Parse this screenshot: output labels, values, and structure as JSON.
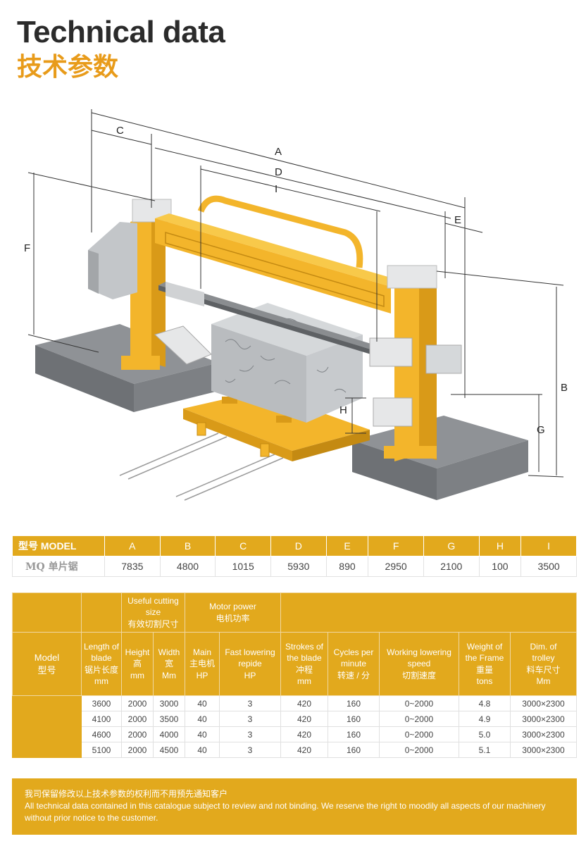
{
  "title": {
    "en": "Technical data",
    "zh": "技术参数"
  },
  "diagram": {
    "labels": [
      "A",
      "B",
      "C",
      "D",
      "E",
      "F",
      "G",
      "H",
      "I"
    ]
  },
  "dimensions_table": {
    "header": {
      "model": "型号  MODEL",
      "columns": [
        "A",
        "B",
        "C",
        "D",
        "E",
        "F",
        "G",
        "H",
        "I"
      ]
    },
    "row": {
      "model": "MQ 单片锯",
      "values": [
        "7835",
        "4800",
        "1015",
        "5930",
        "890",
        "2950",
        "2100",
        "100",
        "3500"
      ]
    }
  },
  "spec_table": {
    "group_headers": {
      "cutting_size": [
        "Useful cutting",
        "size",
        "有效切割尺寸"
      ],
      "motor_power": [
        "Motor power",
        "电机功率"
      ]
    },
    "model_header": [
      "Model",
      "型号"
    ],
    "columns": [
      [
        "Length of",
        "blade",
        "锯片长度",
        "mm"
      ],
      [
        "Height",
        "高",
        "mm"
      ],
      [
        "Width",
        "宽",
        "Mm"
      ],
      [
        "Main",
        "主电机",
        "HP"
      ],
      [
        "Fast lowering",
        "repide",
        "HP"
      ],
      [
        "Strokes of",
        "the blade",
        "冲程",
        "mm"
      ],
      [
        "Cycles per",
        "minute",
        "转速 / 分"
      ],
      [
        "Working lowering",
        "speed",
        "切割速度"
      ],
      [
        "Weight of",
        "the Frame",
        "重量",
        "tons"
      ],
      [
        "Dim. of",
        "trolley",
        "料车尺寸",
        "Mm"
      ]
    ],
    "rows": [
      [
        "3600",
        "2000",
        "3000",
        "40",
        "3",
        "420",
        "160",
        "0~2000",
        "4.8",
        "3000×2300"
      ],
      [
        "4100",
        "2000",
        "3500",
        "40",
        "3",
        "420",
        "160",
        "0~2000",
        "4.9",
        "3000×2300"
      ],
      [
        "4600",
        "2000",
        "4000",
        "40",
        "3",
        "420",
        "160",
        "0~2000",
        "5.0",
        "3000×2300"
      ],
      [
        "5100",
        "2000",
        "4500",
        "40",
        "3",
        "420",
        "160",
        "0~2000",
        "5.1",
        "3000×2300"
      ]
    ]
  },
  "notice": {
    "zh": "我司保留修改以上技术参数的权利而不用预先通知客户",
    "en": "All technical data contained in this catalogue subject to review and not binding. We reserve the right to moodily all aspects of our machinery without prior notice to the customer."
  },
  "colors": {
    "accent": "#e2a91d",
    "title_zh": "#e89b1a",
    "machine_yellow": "#f3b52b",
    "base_gray": "#8c8f93"
  }
}
